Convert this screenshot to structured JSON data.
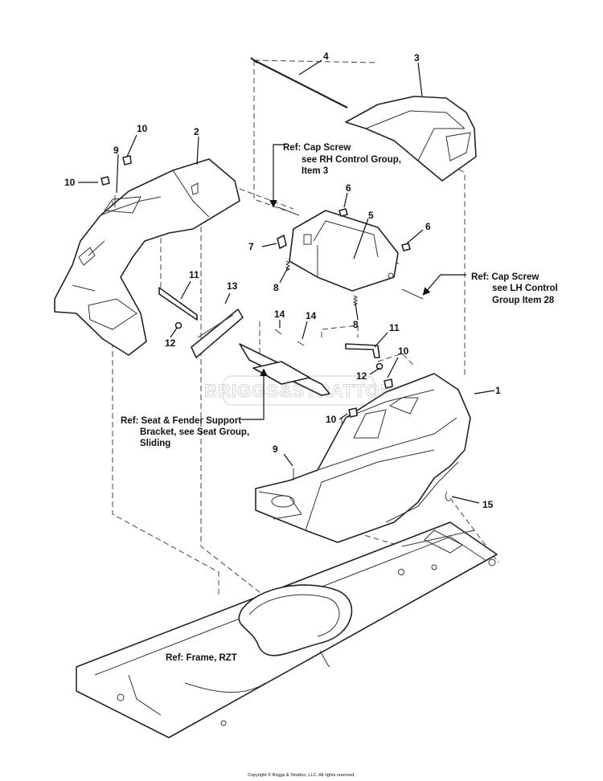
{
  "callouts": {
    "c1": "1",
    "c2": "2",
    "c3": "3",
    "c4": "4",
    "c5": "5",
    "c6a": "6",
    "c6b": "6",
    "c7": "7",
    "c8a": "8",
    "c8b": "8",
    "c9a": "9",
    "c9b": "9",
    "c10a": "10",
    "c10b": "10",
    "c10c": "10",
    "c10d": "10",
    "c11a": "11",
    "c11b": "11",
    "c12a": "12",
    "c12b": "12",
    "c13": "13",
    "c14a": "14",
    "c14b": "14",
    "c15": "15"
  },
  "refs": {
    "rh_cap_screw": [
      "Ref: Cap Screw",
      "see RH Control Group,",
      "Item 3"
    ],
    "lh_cap_screw": [
      "Ref: Cap Screw",
      "see LH Control",
      "Group  Item 28"
    ],
    "seat_fender": [
      "Ref: Seat & Fender Support",
      "Bracket, see Seat Group,",
      "Sliding"
    ],
    "frame": "Ref: Frame, RZT"
  },
  "watermark": "BRIGGS&STRATTON",
  "copyright": "Copyright © Briggs & Stratton, LLC. All rights reserved."
}
